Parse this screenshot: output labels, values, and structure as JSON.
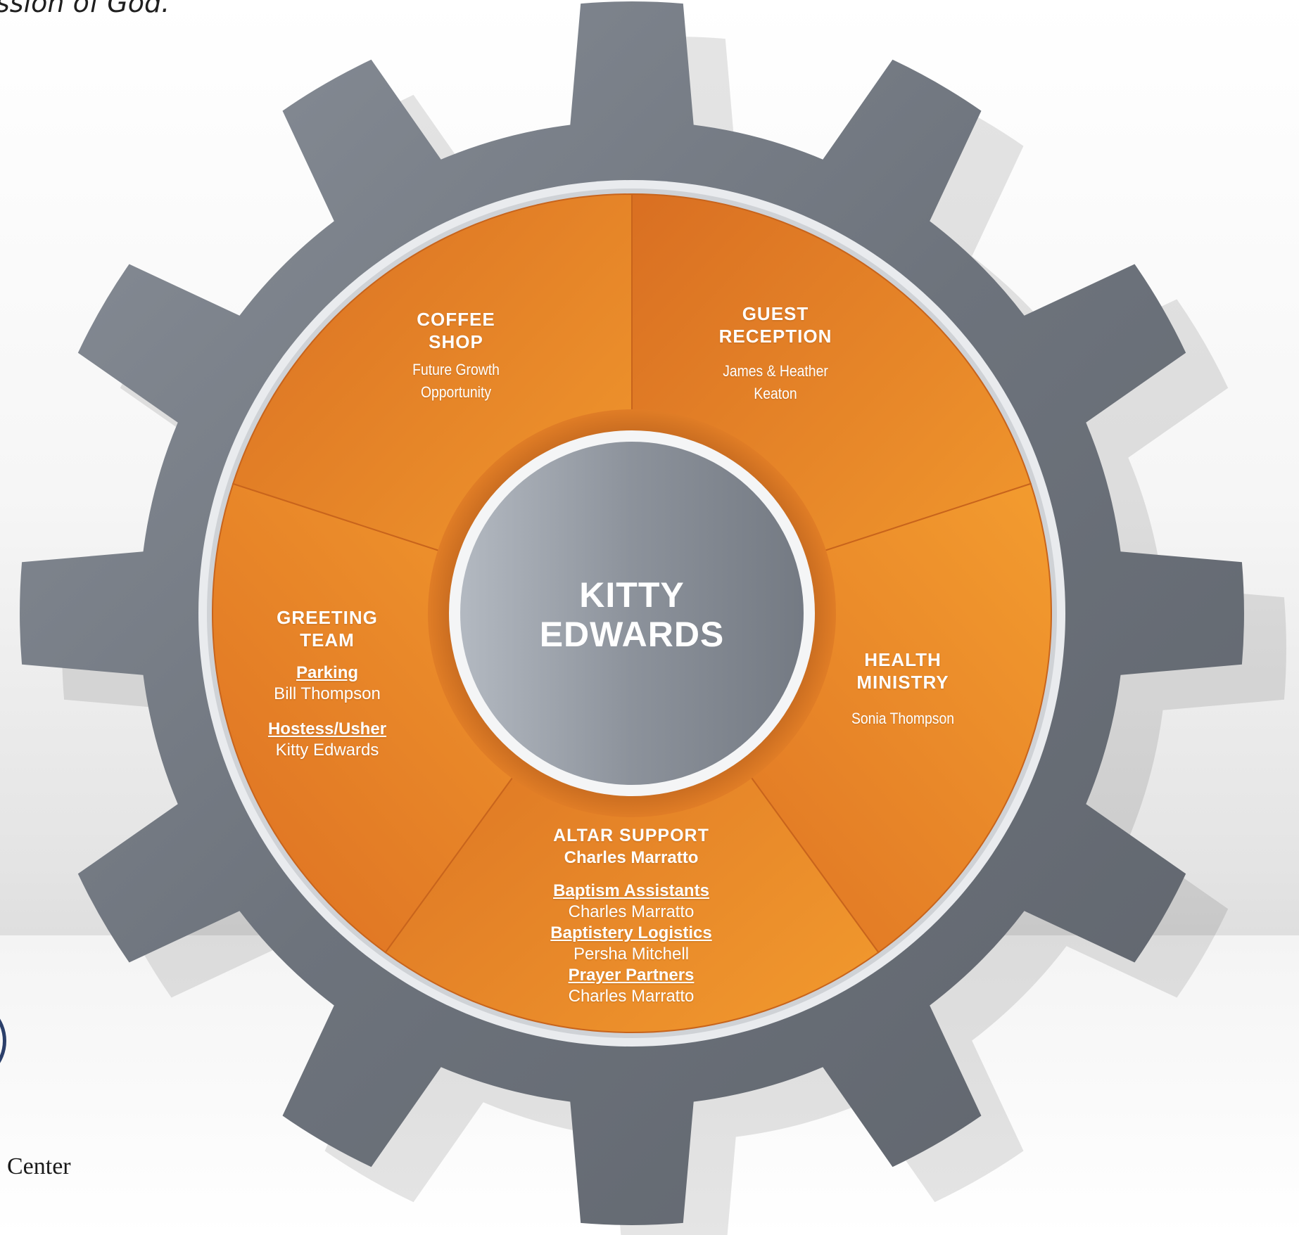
{
  "quote": {
    "text": "ssion of God.”"
  },
  "center": {
    "line1": "KITTY",
    "line2": "EDWARDS"
  },
  "segments": {
    "coffee_shop": {
      "title1": "COFFEE",
      "title2": "SHOP",
      "sub1": "Future Growth",
      "sub2": "Opportunity"
    },
    "guest_reception": {
      "title1": "GUEST",
      "title2": "RECEPTION",
      "sub1": "James & Heather",
      "sub2": "Keaton"
    },
    "health_ministry": {
      "title1": "HEALTH",
      "title2": "MINISTRY",
      "sub1": "Sonia Thompson"
    },
    "altar_support": {
      "title": "ALTAR SUPPORT",
      "lead": "Charles Marratto",
      "roles": [
        {
          "head": "Baptism Assistants",
          "name": "Charles Marratto"
        },
        {
          "head": "Baptistery Logistics",
          "name": "Persha Mitchell"
        },
        {
          "head": "Prayer Partners",
          "name": "Charles Marratto"
        }
      ]
    },
    "greeting_team": {
      "title1": "GREETING",
      "title2": "TEAM",
      "roles": [
        {
          "head": "Parking",
          "name": "Bill Thompson"
        },
        {
          "head": "Hostess/Usher",
          "name": "Kitty Edwards"
        }
      ]
    }
  },
  "logo": {
    "text": "Center"
  },
  "colors": {
    "gear": "#707680",
    "orange": "#e8822a",
    "center": "#9aa0a8"
  }
}
